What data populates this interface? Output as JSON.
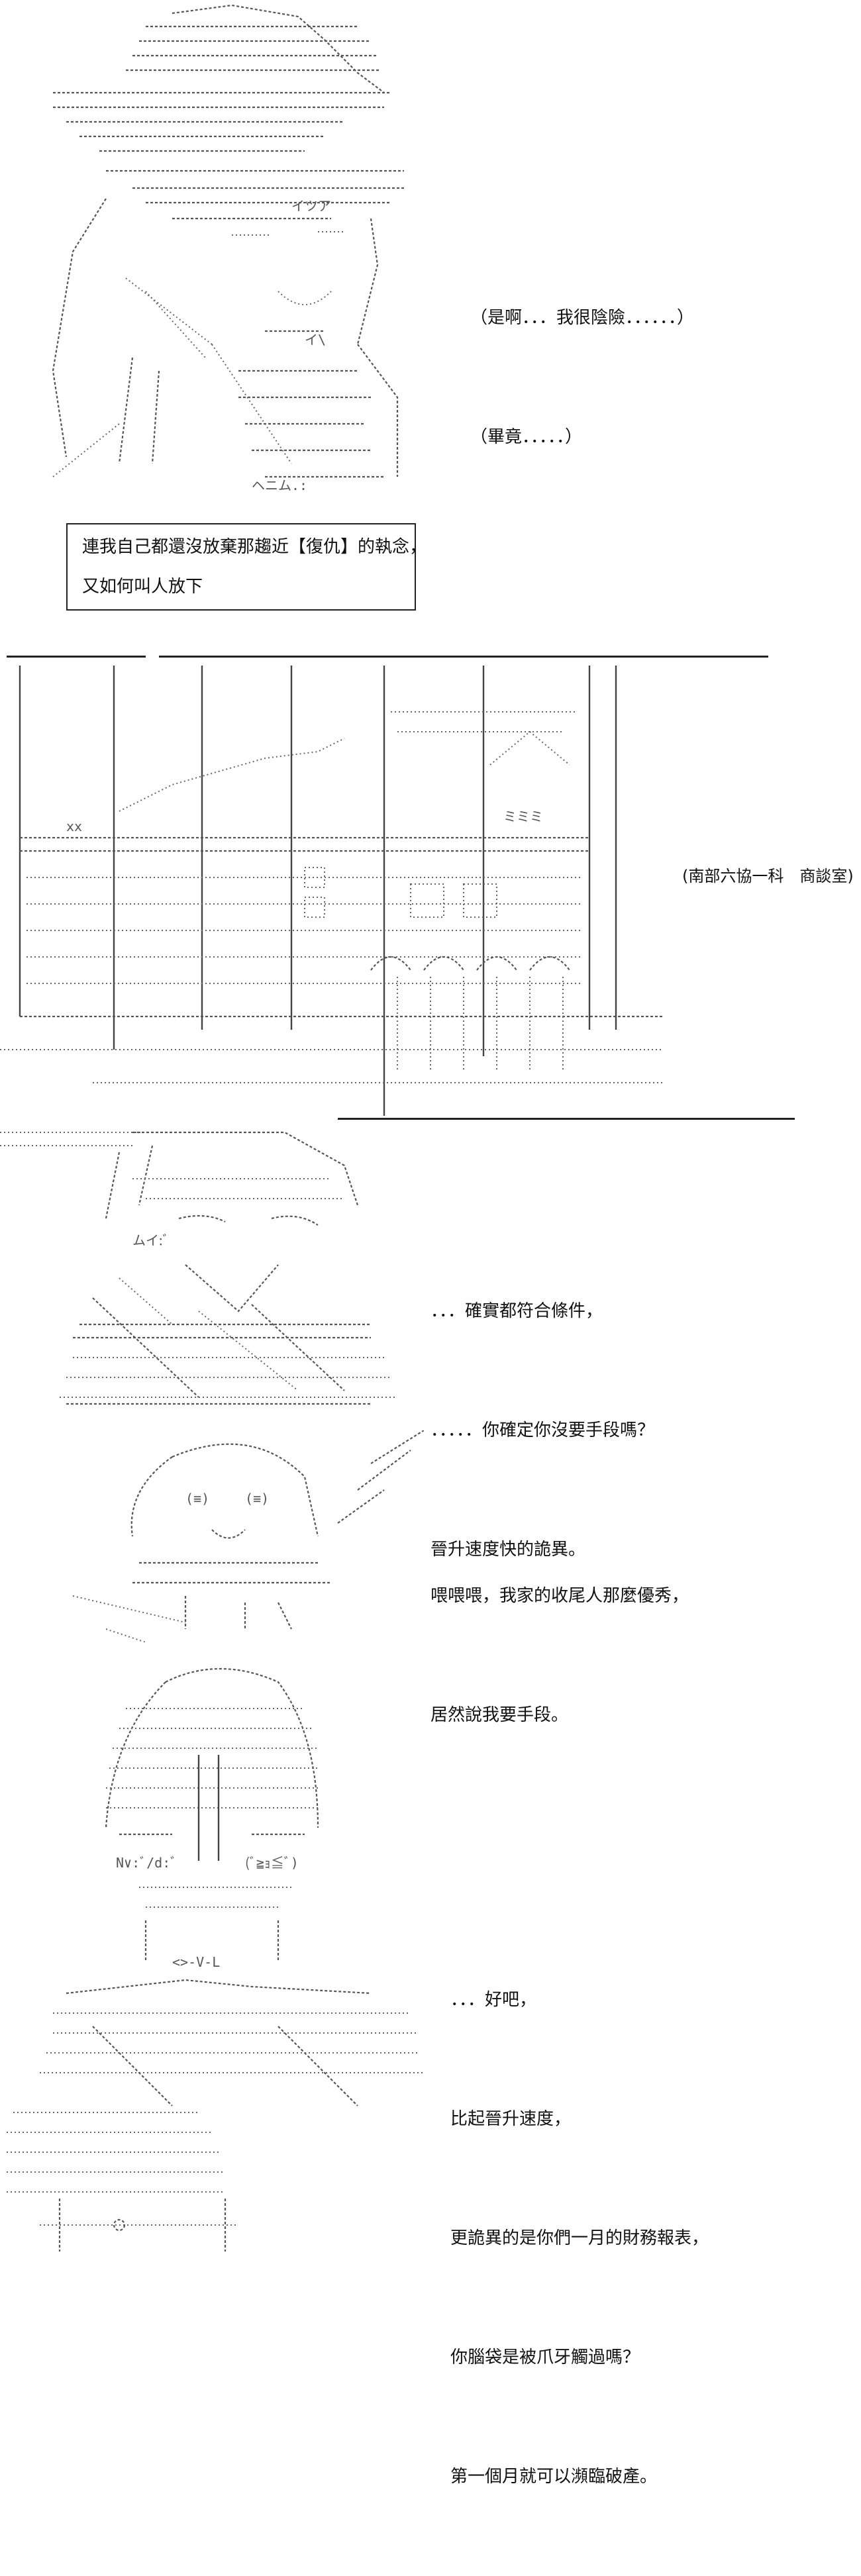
{
  "panels": [
    {
      "art_name": "hat-character-art",
      "dialogue": [
        "（是啊．．．我很陰險．．．．．．）",
        "（畢竟．．．．．）"
      ],
      "narration": [
        "連我自己都還沒放棄那趨近【復仇】的執念，",
        "又如何叫人放下"
      ]
    },
    {
      "art_name": "office-building-art",
      "location": "(南部六協一科　商談室)"
    },
    {
      "art_name": "seated-person-art",
      "dialogue": [
        "．．．確實都符合條件，",
        "．．．．．你確定你沒要手段嗎？",
        "晉升速度快的詭異。"
      ]
    },
    {
      "art_name": "round-mascot-art",
      "dialogue": [
        "喂喂喂，我家的收尾人那麼優秀，",
        "居然說我要手段。"
      ]
    },
    {
      "art_name": "tall-hat-character-art",
      "dialogue": [
        "．．．好吧，",
        "比起晉升速度，",
        "更詭異的是你們一月的財務報表，",
        "你腦袋是被爪牙觸過嗎？",
        "第一個月就可以瀕臨破產。"
      ]
    }
  ]
}
